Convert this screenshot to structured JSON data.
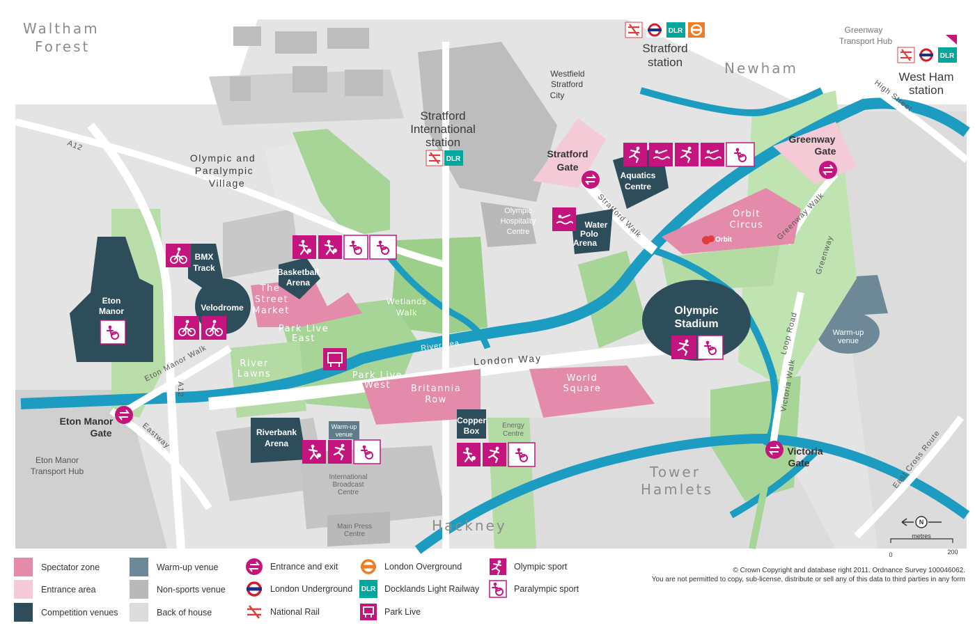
{
  "districts": {
    "waltham_forest_1": "Waltham",
    "waltham_forest_2": "Forest",
    "newham": "Newham",
    "tower_hamlets_1": "Tower",
    "tower_hamlets_2": "Hamlets",
    "hackney": "Hackney"
  },
  "places": {
    "village_1": "Olympic and",
    "village_2": "Paralympic",
    "village_3": "Village",
    "westfield_1": "Westfield",
    "westfield_2": "Stratford",
    "westfield_3": "City",
    "greenway_hub_1": "Greenway",
    "greenway_hub_2": "Transport Hub",
    "eton_hub_1": "Eton Manor",
    "eton_hub_2": "Transport Hub",
    "hospitality_1": "Olympic",
    "hospitality_2": "Hospitality",
    "hospitality_3": "Centre",
    "ibc_1": "International",
    "ibc_2": "Broadcast",
    "ibc_3": "Centre",
    "mpc_1": "Main Press",
    "mpc_2": "Centre",
    "energy_1": "Energy",
    "energy_2": "Centre",
    "warmup_1": "Warm-up",
    "warmup_2": "venue",
    "warmup_small_1": "Warm-up",
    "warmup_small_2": "venue",
    "orbit": "Orbit",
    "wetlands_1": "Wetlands",
    "wetlands_2": "Walk"
  },
  "stations": {
    "stratford_1": "Stratford",
    "stratford_2": "station",
    "stratford_intl_1": "Stratford",
    "stratford_intl_2": "International",
    "stratford_intl_3": "station",
    "west_ham_1": "West Ham",
    "west_ham_2": "station",
    "dlr": "DLR"
  },
  "gates": {
    "stratford_1": "Stratford",
    "stratford_2": "Gate",
    "greenway_1": "Greenway",
    "greenway_2": "Gate",
    "eton_1": "Eton Manor",
    "eton_2": "Gate",
    "victoria_1": "Victoria",
    "victoria_2": "Gate"
  },
  "venues": {
    "aquatics_1": "Aquatics",
    "aquatics_2": "Centre",
    "water_polo_1": "Water",
    "water_polo_2": "Polo",
    "water_polo_3": "Arena",
    "basketball_1": "Basketball",
    "basketball_2": "Arena",
    "bmx_1": "BMX",
    "bmx_2": "Track",
    "velodrome": "Velodrome",
    "eton_1": "Eton",
    "eton_2": "Manor",
    "stadium_1": "Olympic",
    "stadium_2": "Stadium",
    "riverbank_1": "Riverbank",
    "riverbank_2": "Arena",
    "copper_1": "Copper",
    "copper_2": "Box"
  },
  "zones": {
    "orbit_circus_1": "Orbit",
    "orbit_circus_2": "Circus",
    "street_market_1": "The",
    "street_market_2": "Street",
    "street_market_3": "Market",
    "park_live_east_1": "Park Live",
    "park_live_east_2": "East",
    "park_live_west_1": "Park Live",
    "park_live_west_2": "West",
    "river_lawns_1": "River",
    "river_lawns_2": "Lawns",
    "britannia_1": "Britannia",
    "britannia_2": "Row",
    "world_square_1": "World",
    "world_square_2": "Square"
  },
  "roads": {
    "london_way": "London Way",
    "river_lea": "River Lea",
    "stratford_walk": "Stratford Walk",
    "greenway_walk": "Greenway Walk",
    "greenway": "Greenway",
    "high_street": "High Street",
    "eton_manor_walk": "Eton Manor Walk",
    "eastway": "Eastway",
    "a12_north": "A12",
    "a12_south": "A12",
    "loop_road": "Loop Road",
    "victoria_walk": "Victoria Walk",
    "east_cross_route": "East Cross Route"
  },
  "scale": {
    "north": "N",
    "unit": "metres",
    "min": "0",
    "max": "200"
  },
  "legend": {
    "spectator_zone": "Spectator zone",
    "entrance_area": "Entrance area",
    "competition_venues": "Competition venues",
    "warm_up_venue": "Warm-up venue",
    "non_sports_venue": "Non-sports venue",
    "back_of_house": "Back of house",
    "entrance_exit": "Entrance and exit",
    "london_underground": "London Underground",
    "national_rail": "National Rail",
    "london_overground": "London Overground",
    "dlr": "Docklands Light Railway",
    "park_live": "Park Live",
    "olympic_sport": "Olympic sport",
    "paralympic_sport": "Paralympic sport",
    "dlr_badge": "DLR"
  },
  "copyright": {
    "line1": "© Crown Copyright and database right 2011. Ordnance Survey 100046062.",
    "line2": "You are not permitted to copy, sub-license, distribute or sell any of this data to third parties in any form"
  },
  "colors": {
    "river": "#1b9cc0",
    "green": "#9ccf8a",
    "light_green": "#bfe0b0",
    "venue": "#2e4d5b",
    "warmup": "#5d7d8b",
    "grey": "#b9b9b9",
    "light_grey": "#dcdcdc",
    "spectator": "#e48bab",
    "entrance": "#f4cad7",
    "magenta": "#c4157e"
  }
}
